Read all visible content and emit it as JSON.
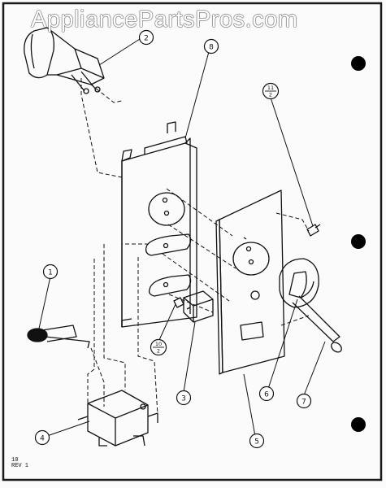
{
  "watermark": "AppliancePartsPros.com",
  "footer": {
    "line1": "10",
    "line2": "REV 1"
  },
  "callouts": {
    "c1": "1",
    "c2": "2",
    "c3": "3",
    "c4": "4",
    "c5": "5",
    "c6": "6",
    "c7": "7",
    "c8": "8",
    "c10": "10",
    "c10sub": "2",
    "c11": "11",
    "c11sub": "2"
  }
}
